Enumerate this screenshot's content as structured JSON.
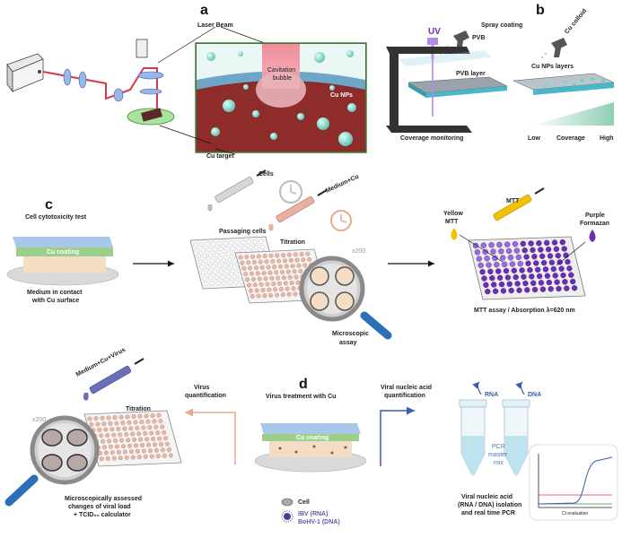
{
  "panels": {
    "a": "a",
    "b": "b",
    "c": "c",
    "d": "d"
  },
  "a": {
    "laser_beam": "Laser Beam",
    "cavitation": [
      "Cavitation",
      "bubble"
    ],
    "cu_nps": "Cu NPs",
    "cu_target": "Cu target"
  },
  "b": {
    "uv": "UV",
    "pvb": "PVB",
    "spray_coating": "Spray coating",
    "cu_colloid": "Cu colloid",
    "pvb_layer": "PVB layer",
    "cu_nps_layers": "Cu NPs layers",
    "coverage_monitoring": "Coverage monitoring",
    "low": "Low",
    "coverage": "Coverage",
    "high": "High"
  },
  "c": {
    "title": "Cell cytotoxicity test",
    "cu_coating": "Cu coating",
    "medium_contact": [
      "Medium in contact",
      "with Cu surface"
    ],
    "cells": "Cells",
    "medium_cu": "Medium+Cu",
    "passaging": "Passaging cells",
    "titration": "Titration",
    "x200": "x200",
    "microscopic": [
      "Microscopic",
      "assay"
    ],
    "yellow_mtt": [
      "Yellow",
      "MTT"
    ],
    "mtt": "MTT",
    "purple_formazan": [
      "Purple",
      "Formazan"
    ],
    "mtt_assay": "MTT assay / Absorption λ=620 nm"
  },
  "d": {
    "title": "Virus treatment with Cu",
    "medium_cu_virus": "Medium+Cu+Virus",
    "titration": "Titration",
    "x200": "x200",
    "virus_quant": [
      "Virus",
      "quantification"
    ],
    "viral_quant": [
      "Viral nucleic acid",
      "quantification"
    ],
    "cu_coating": "Cu coating",
    "rna": "RNA",
    "dna": "DNA",
    "pcr_mix": [
      "PCR",
      "master",
      "mix"
    ],
    "micro_assessed": [
      "Microscopically assessed",
      "changes of viral load",
      "+ TCID₅₀  calculator"
    ],
    "viral_isolation": [
      "Viral nucleic acid",
      "(RNA / DNA) isolation",
      "and real time PCR"
    ],
    "ct_evaluation": "Ct evaluation",
    "legend_cell": "Cell",
    "legend_ibv": "IBV (RNA)",
    "legend_bohv": "BoHV-1 (DNA)"
  },
  "colors": {
    "red_beam": "#d63b4a",
    "blue_arrow": "#3a5ea8",
    "orange_arrow": "#e8a98c",
    "purple": "#6a2fb0",
    "yellow": "#f2c200",
    "teal": "#6fd3c6",
    "cu_coating": "#7aa3c9"
  }
}
